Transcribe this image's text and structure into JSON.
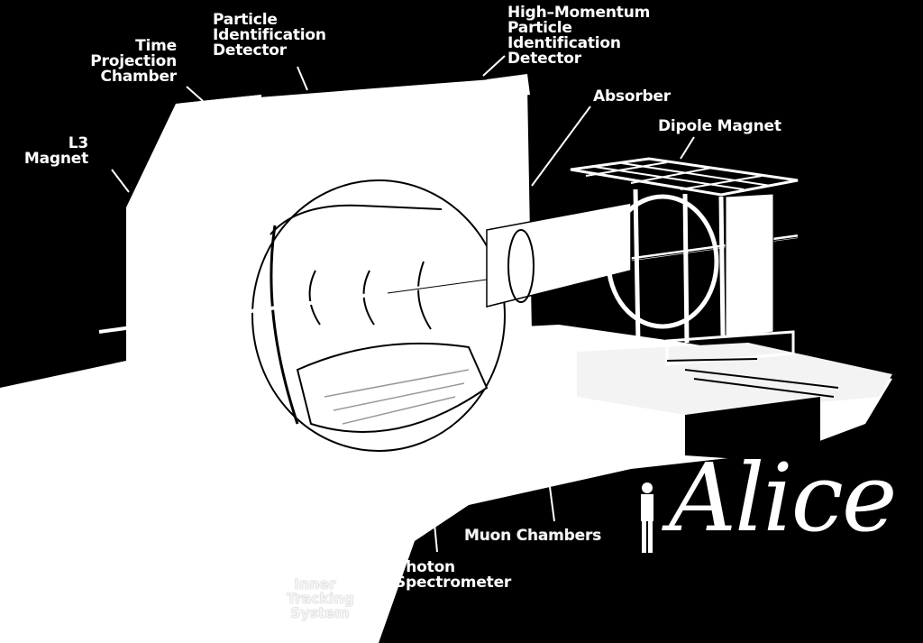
{
  "labels": {
    "pid": [
      "Particle",
      "Identification",
      "Detector"
    ],
    "tpc": [
      "Time",
      "Projection",
      "Chamber"
    ],
    "hmpid": [
      "High–Momentum",
      "Particle",
      "Identification",
      "Detector"
    ],
    "absorber": [
      "Absorber"
    ],
    "dipole": [
      "Dipole Magnet"
    ],
    "l3": [
      "L3",
      "Magnet"
    ],
    "muon": [
      "Muon Chambers"
    ],
    "photon": [
      "Photon",
      "Spectrometer"
    ],
    "its": [
      "Inner",
      "Tracking",
      "System"
    ]
  },
  "logo": {
    "text": "Alice"
  },
  "colors": {
    "background": "#000000",
    "ink": "#ffffff"
  }
}
